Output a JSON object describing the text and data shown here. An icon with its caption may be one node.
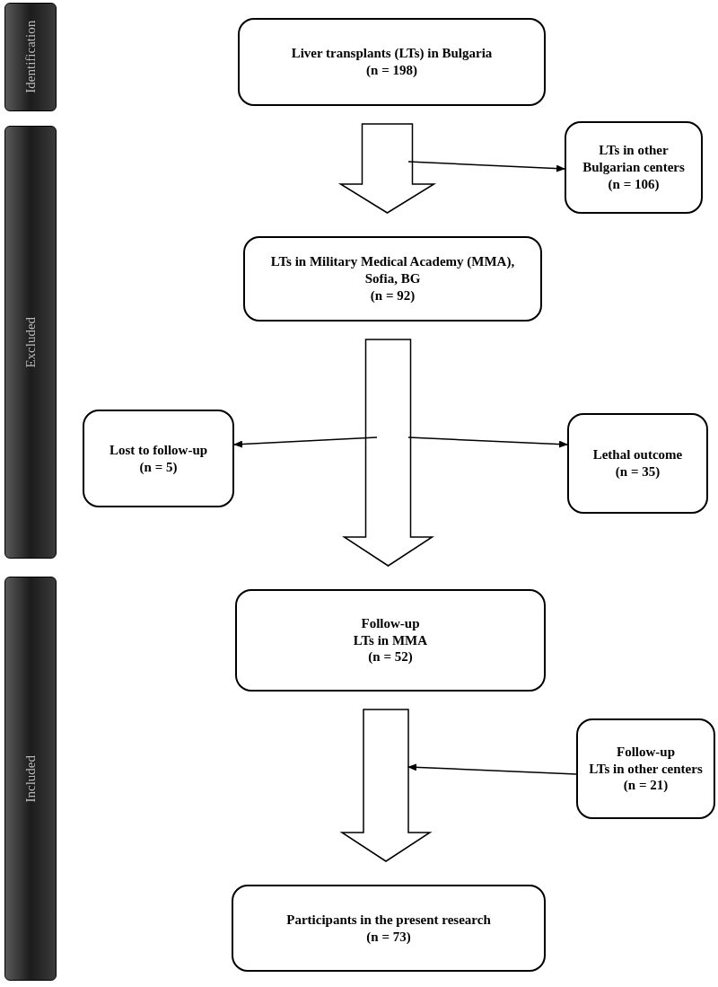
{
  "diagram": {
    "nodes": [
      {
        "text": [
          "Identification"
        ]
      },
      {
        "text": [
          "Excluded"
        ]
      },
      {
        "text": [
          "Included"
        ]
      },
      {
        "text": [
          "Liver transplants (LTs) in Bulgaria",
          "(n = 198)"
        ]
      },
      {
        "text": [
          "LTs in other Bulgarian centers",
          "(n = 106)"
        ]
      },
      {
        "text": [
          "LTs in Military Medical Academy (MMA), Sofia, BG",
          "(n = 92)"
        ]
      },
      {
        "text": [
          "Lost to follow-up",
          "(n = 5)"
        ]
      },
      {
        "text": [
          "Lethal outcome",
          "(n = 35)"
        ]
      },
      {
        "text": [
          "Follow-up",
          "LTs in MMA",
          "(n = 52)"
        ]
      },
      {
        "text": [
          "Follow-up",
          "LTs in other centers",
          "(n = 21)"
        ]
      },
      {
        "text": [
          "Participants in the present research",
          "(n = 73)"
        ]
      }
    ],
    "edges": [
      {
        "from": 3,
        "to": 5,
        "arrow": "to",
        "style": "thick"
      },
      {
        "from": null,
        "to": 4,
        "arrow": "to"
      },
      {
        "from": 5,
        "to": 8,
        "arrow": "to",
        "style": "thick"
      },
      {
        "from": null,
        "to": 6,
        "arrow": "to"
      },
      {
        "from": null,
        "to": 7,
        "arrow": "to"
      },
      {
        "from": 8,
        "to": 10,
        "arrow": "to",
        "style": "thick"
      },
      {
        "from": 9,
        "to": null,
        "arrow": "to"
      }
    ]
  }
}
